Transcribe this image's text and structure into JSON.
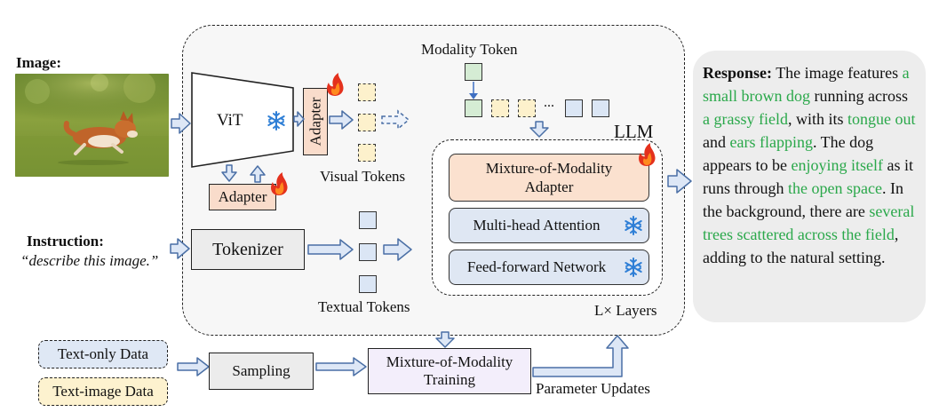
{
  "image_label": "Image:",
  "instruction_label": "Instruction:",
  "instruction_text": "“describe this image.”",
  "vit_label": "ViT",
  "adapter_vertical_label": "Adapter",
  "adapter_bottom_label": "Adapter",
  "visual_tokens_label": "Visual Tokens",
  "tokenizer_label": "Tokenizer",
  "textual_tokens_label": "Textual Tokens",
  "modality_token_label": "Modality Token",
  "ellipsis": "...",
  "llm_label": "LLM",
  "layers": {
    "mixture": "Mixture-of-Modality Adapter",
    "attention": "Multi-head Attention",
    "ffn": "Feed-forward Network"
  },
  "layers_label": "L× Layers",
  "bottom": {
    "text_only": "Text-only Data",
    "text_image": "Text-image Data",
    "sampling": "Sampling",
    "training": "Mixture-of-Modality Training",
    "param_updates": "Parameter Updates"
  },
  "response": {
    "heading": "Response:",
    "segments": [
      {
        "text": " The image features ",
        "green": false
      },
      {
        "text": "a small brown dog",
        "green": true
      },
      {
        "text": " running across ",
        "green": false
      },
      {
        "text": "a grassy field",
        "green": true
      },
      {
        "text": ", with its ",
        "green": false
      },
      {
        "text": "tongue out",
        "green": true
      },
      {
        "text": " and ",
        "green": false
      },
      {
        "text": "ears flapping",
        "green": true
      },
      {
        "text": ". The dog appears to be ",
        "green": false
      },
      {
        "text": "enjoying itself",
        "green": true
      },
      {
        "text": " as it runs through ",
        "green": false
      },
      {
        "text": "the open space",
        "green": true
      },
      {
        "text": ". In the background, there are ",
        "green": false
      },
      {
        "text": "several trees scattered across the field",
        "green": true
      },
      {
        "text": ", adding to the natural setting.",
        "green": false
      }
    ]
  },
  "colors": {
    "arrow_fill": "#dde7f6",
    "arrow_stroke": "#4a6fa5",
    "adapter_fill": "#f9dccb",
    "mixture_fill": "#fbe1cf",
    "frozen_fill": "#dfe7f3",
    "tokenizer_fill": "#ececec",
    "training_fill": "#f3eefb",
    "text_only_fill": "#dfe8f5",
    "text_image_fill": "#fdf2cf",
    "response_green": "#2aa84a"
  },
  "icons": [
    "fire-icon",
    "snowflake-icon",
    "dog-photo"
  ]
}
